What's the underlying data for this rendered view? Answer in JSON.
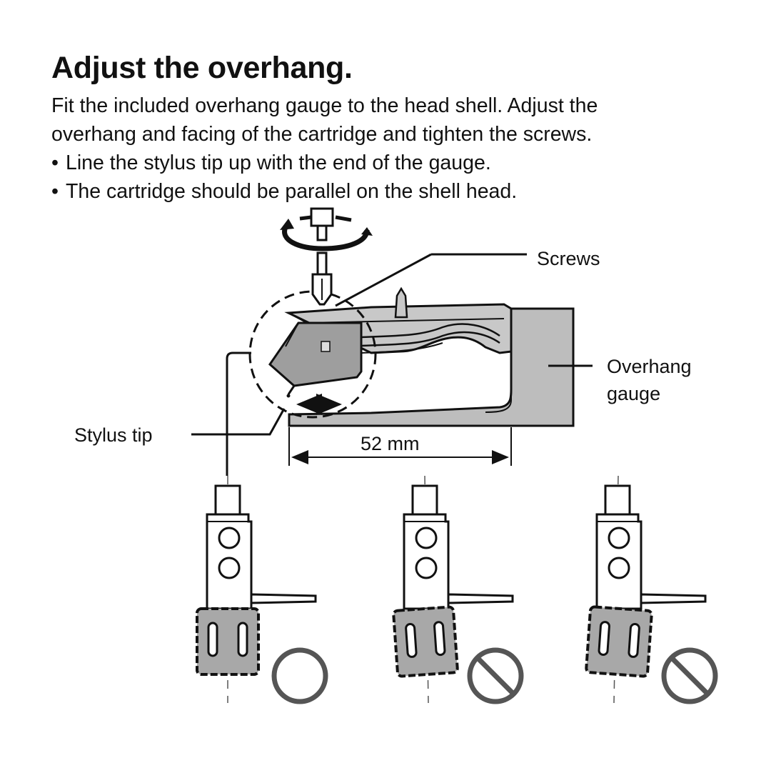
{
  "heading": "Adjust the overhang.",
  "intro": {
    "line1": "Fit the included overhang gauge to the head shell. Adjust the",
    "line2": "overhang and facing of the cartridge and tighten the screws."
  },
  "bullets": [
    {
      "marker": "•",
      "text": "Line the stylus tip up with the end of the gauge."
    },
    {
      "marker": "•",
      "text": "The cartridge should be parallel on the shell head."
    }
  ],
  "figure": {
    "labels": {
      "screws": "Screws",
      "overhang_gauge_line1": "Overhang",
      "overhang_gauge_line2": "gauge",
      "stylus_tip": "Stylus tip",
      "dimension": "52 mm"
    },
    "examples": [
      {
        "state": "correct",
        "mark": "circle-ok"
      },
      {
        "state": "incorrect-tilted",
        "mark": "prohibited"
      },
      {
        "state": "incorrect-tilted",
        "mark": "prohibited"
      }
    ],
    "colors": {
      "line": "#111111",
      "gray_fill": "#a8a8a8",
      "gauge_fill": "#bdbdbd",
      "symbol": "#555555"
    }
  }
}
